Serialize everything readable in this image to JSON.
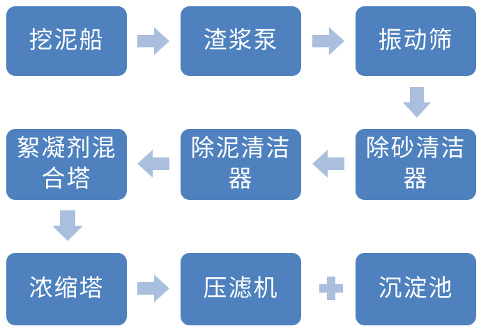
{
  "diagram": {
    "type": "flowchart",
    "colors": {
      "node_fill": "#4E81BD",
      "node_text": "#FFFFFF",
      "arrow_fill": "#AABEDD",
      "background": "#FFFFFF"
    },
    "nodes": [
      {
        "id": "dredger",
        "label": "挖泥船"
      },
      {
        "id": "slurry-pump",
        "label": "渣浆泵"
      },
      {
        "id": "vibrating-screen",
        "label": "振动筛"
      },
      {
        "id": "sand-removal-cleaner",
        "label": "除砂清洁\n器"
      },
      {
        "id": "mud-removal-cleaner",
        "label": "除泥清洁\n器"
      },
      {
        "id": "flocculant-mixing-tower",
        "label": "絮凝剂混\n合塔"
      },
      {
        "id": "thickening-tower",
        "label": "浓缩塔"
      },
      {
        "id": "filter-press",
        "label": "压滤机"
      },
      {
        "id": "sedimentation-tank",
        "label": "沉淀池"
      }
    ],
    "connectors": [
      {
        "type": "arrow-right",
        "from": "挖泥船",
        "to": "渣浆泵"
      },
      {
        "type": "arrow-right",
        "from": "渣浆泵",
        "to": "振动筛"
      },
      {
        "type": "arrow-down",
        "from": "振动筛",
        "to": "除砂清洁器"
      },
      {
        "type": "arrow-left",
        "from": "除砂清洁器",
        "to": "除泥清洁器"
      },
      {
        "type": "arrow-left",
        "from": "除泥清洁器",
        "to": "絮凝剂混合塔"
      },
      {
        "type": "arrow-down",
        "from": "絮凝剂混合塔",
        "to": "浓缩塔"
      },
      {
        "type": "arrow-right",
        "from": "浓缩塔",
        "to": "压滤机"
      },
      {
        "type": "plus",
        "between": [
          "压滤机",
          "沉淀池"
        ]
      }
    ]
  }
}
